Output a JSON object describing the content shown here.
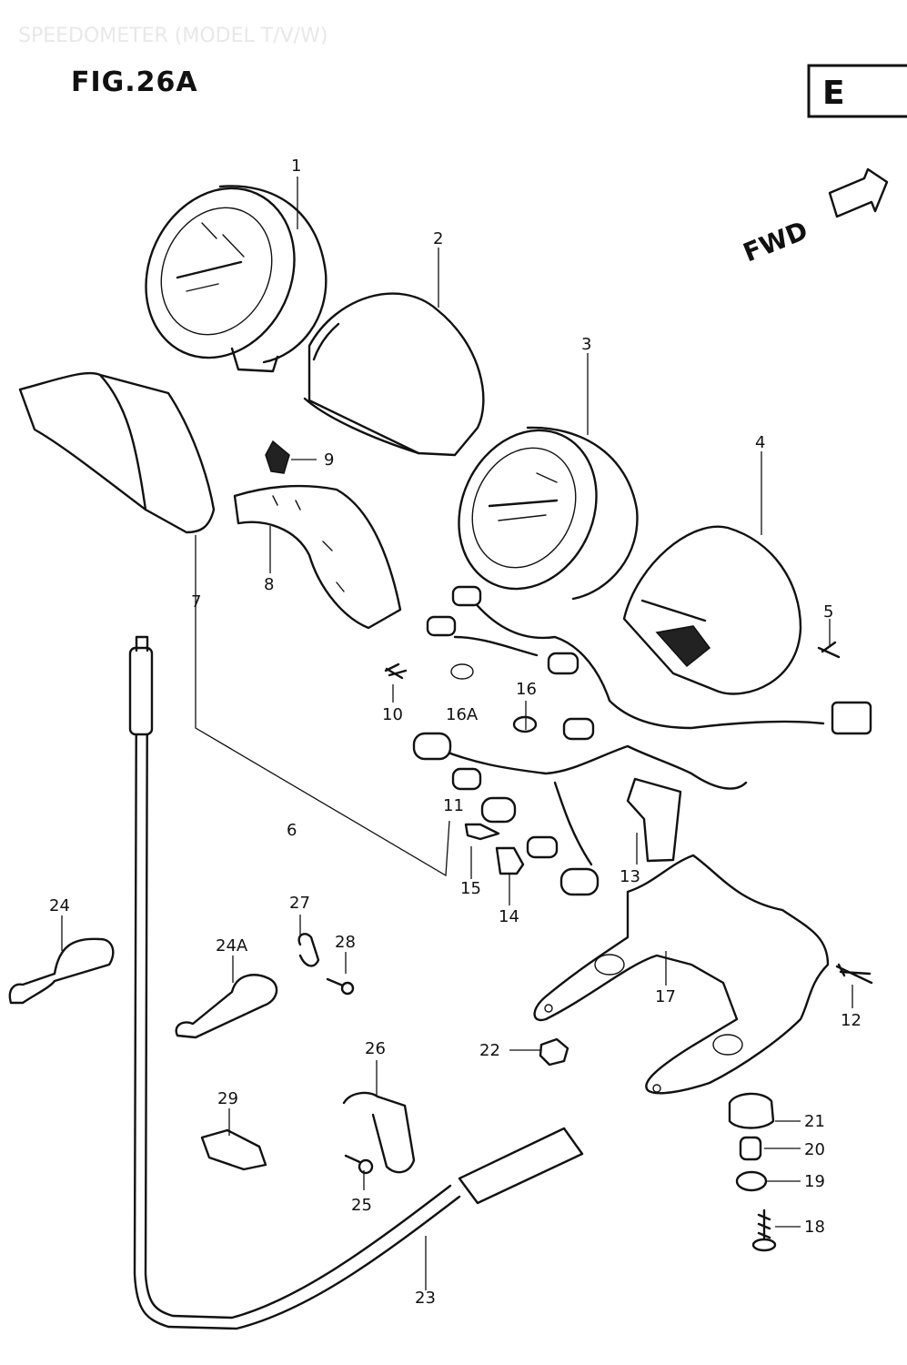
{
  "header": {
    "watermark": "SPEEDOMETER (MODEL T/V/W)",
    "figure_label": "FIG.26A",
    "section_code": "E",
    "direction_label": "FWD"
  },
  "callouts": [
    "1",
    "2",
    "3",
    "4",
    "5",
    "6",
    "7",
    "8",
    "9",
    "10",
    "11",
    "12",
    "13",
    "14",
    "15",
    "16",
    "16A",
    "17",
    "18",
    "19",
    "20",
    "21",
    "22",
    "23",
    "24",
    "24A",
    "25",
    "26",
    "27",
    "28",
    "29"
  ]
}
